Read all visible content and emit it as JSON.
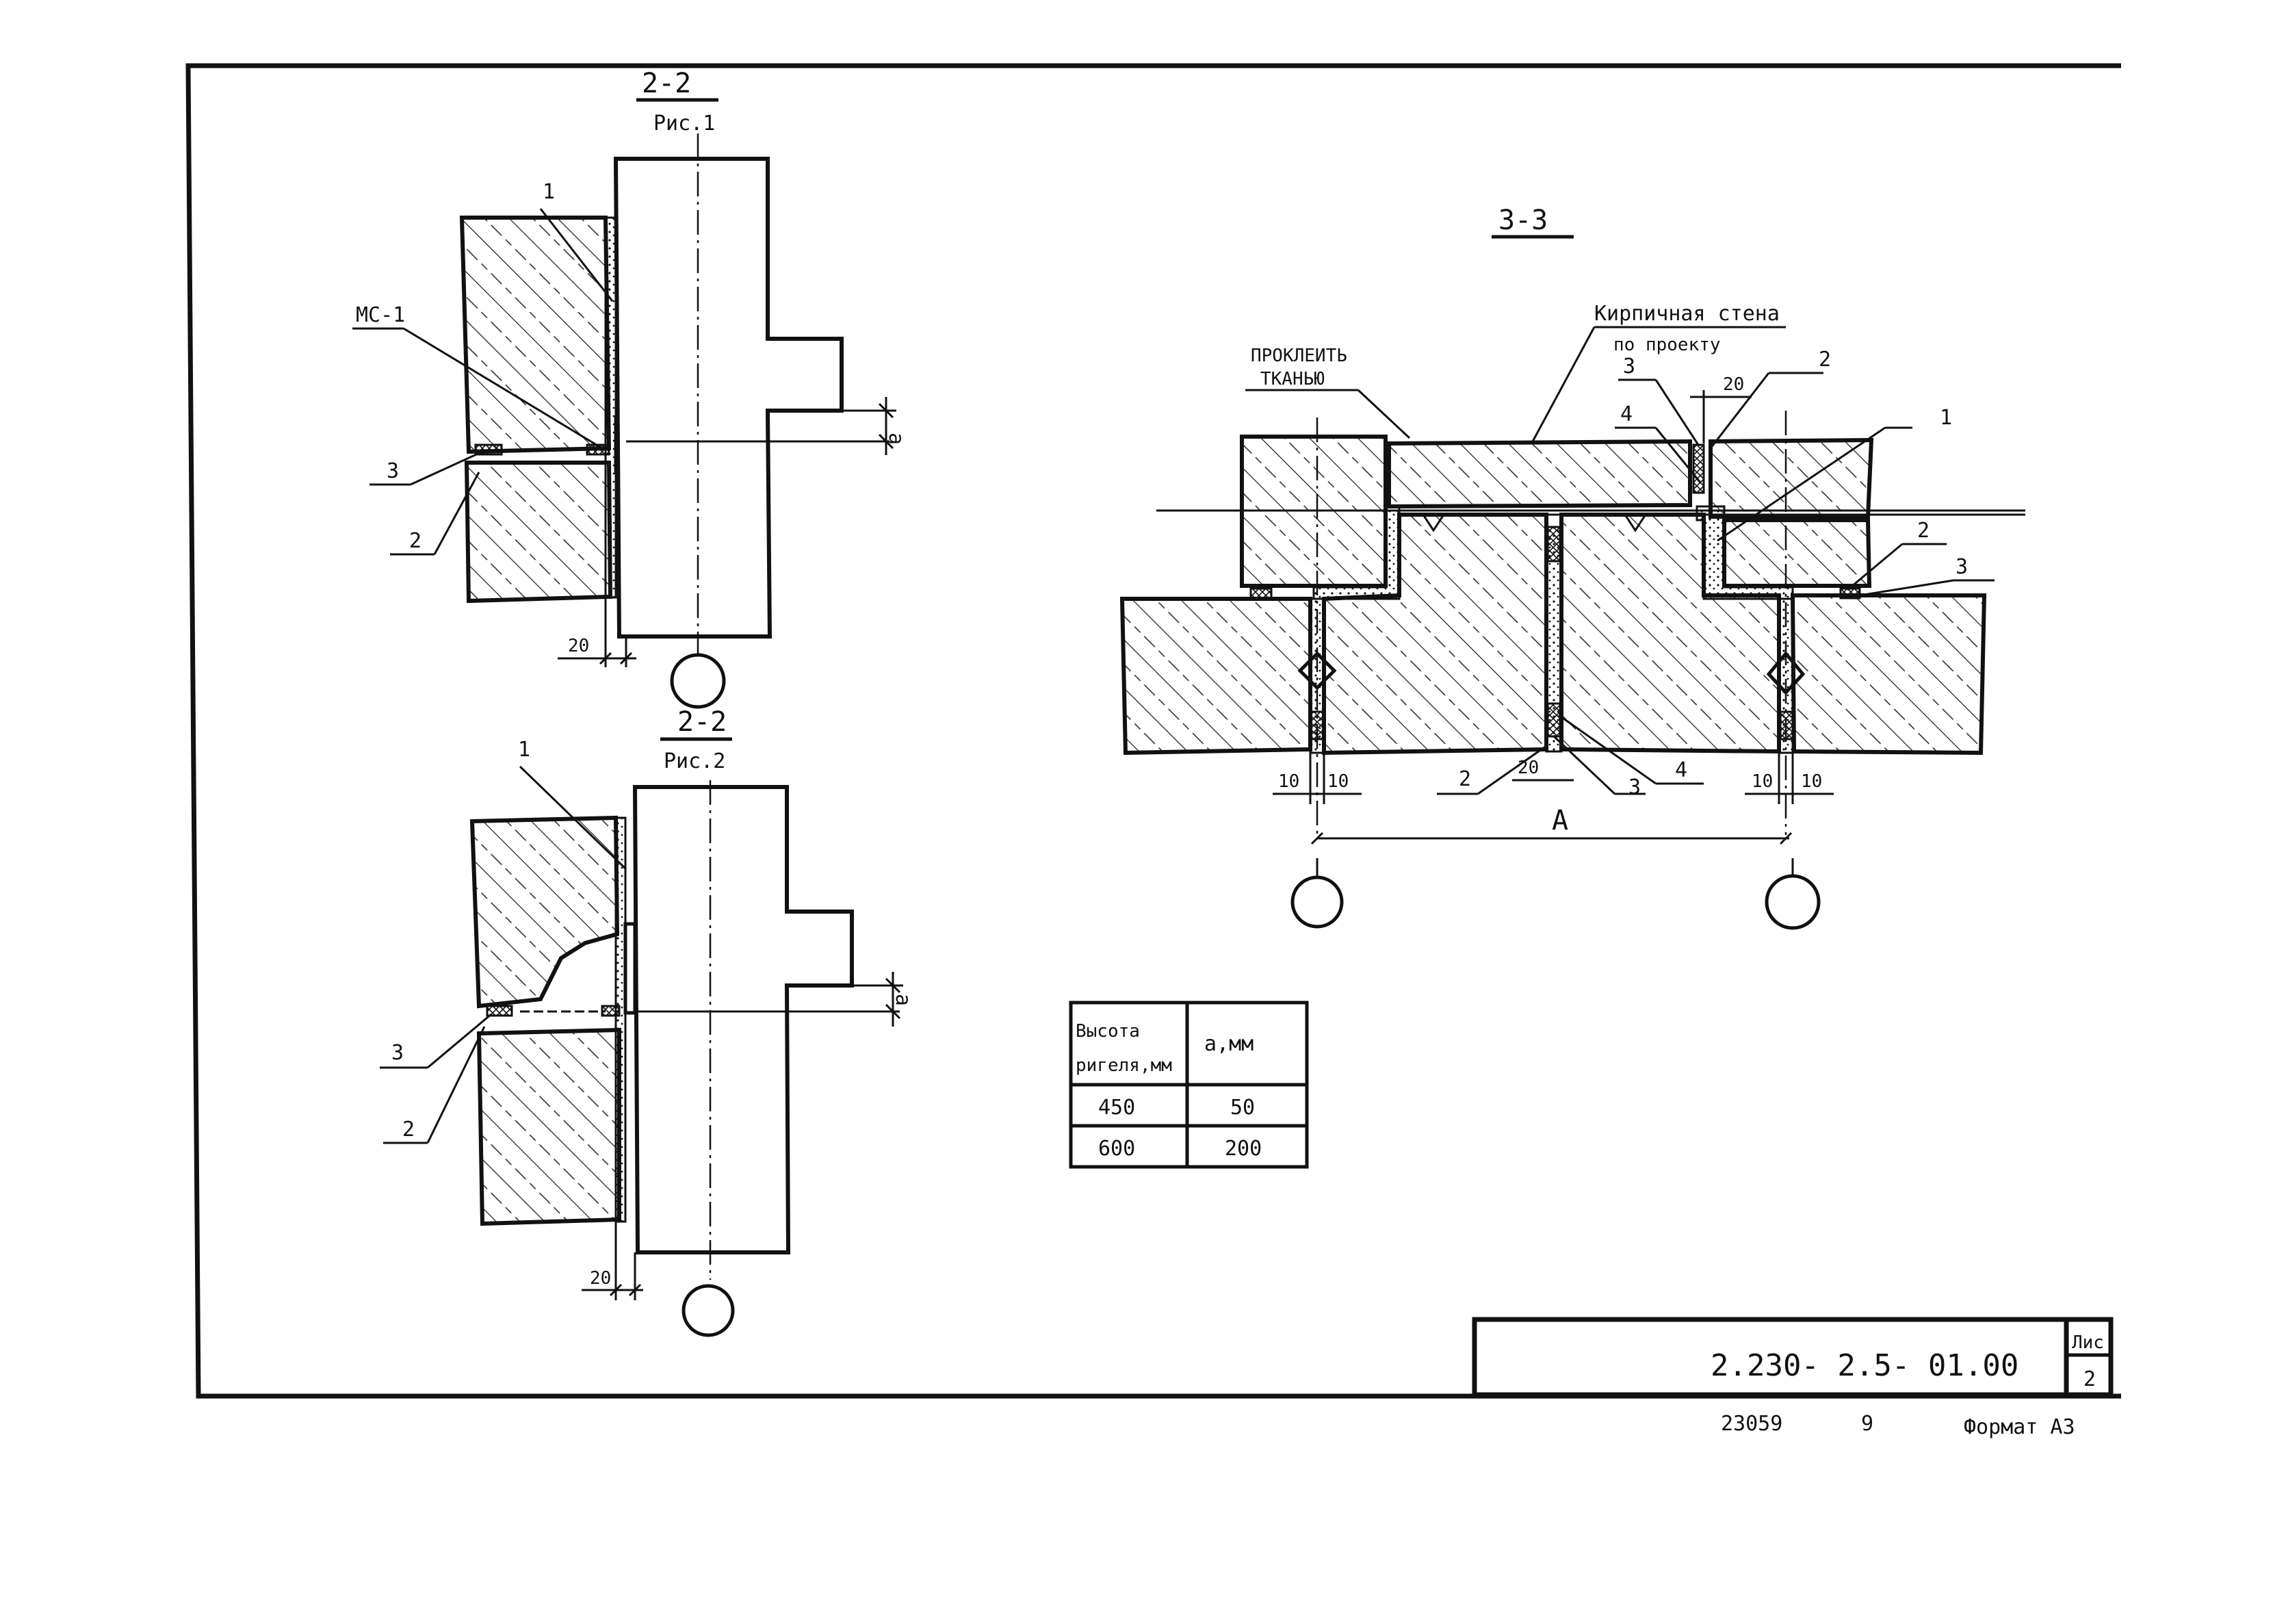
{
  "sections": {
    "left_top": {
      "title": "2-2",
      "subtitle": "Рис.1"
    },
    "left_bottom": {
      "title": "2-2",
      "subtitle": "Рис.2"
    },
    "right": {
      "title": "3-3"
    }
  },
  "callouts": {
    "top_1": "1",
    "top_ms": "МС-1",
    "top_3": "3",
    "top_2": "2",
    "top_a": "a",
    "top_20": "20",
    "bot_1": "1",
    "bot_3": "3",
    "bot_2": "2",
    "bot_a": "a",
    "bot_20": "20",
    "r_prokleit_1": "ПРОКЛЕИТЬ",
    "r_prokleit_2": "ТКАНЬЮ",
    "r_wall_1": "Кирпичная стена",
    "r_wall_2": "по проекту",
    "r_3a": "3",
    "r_20a": "20",
    "r_2a": "2",
    "r_4a": "4",
    "r_1": "1",
    "r_2b": "2",
    "r_3b": "3",
    "r_2c": "2",
    "r_20b": "20",
    "r_3c": "3",
    "r_4b": "4",
    "r_10a": "10",
    "r_10b": "10",
    "r_10c": "10",
    "r_10d": "10",
    "r_A": "A"
  },
  "table": {
    "header_col1_line1": "Высота",
    "header_col1_line2": "ригеля,мм",
    "header_col2": "a,мм",
    "rows": [
      {
        "height": "450",
        "a": "50"
      },
      {
        "height": "600",
        "a": "200"
      }
    ]
  },
  "title_block": {
    "code": "2.230- 2.5- 01.00",
    "sheet_label": "Лис",
    "sheet_number": "2"
  },
  "footer": {
    "number": "23059",
    "page": "9",
    "format": "Формат А3"
  }
}
